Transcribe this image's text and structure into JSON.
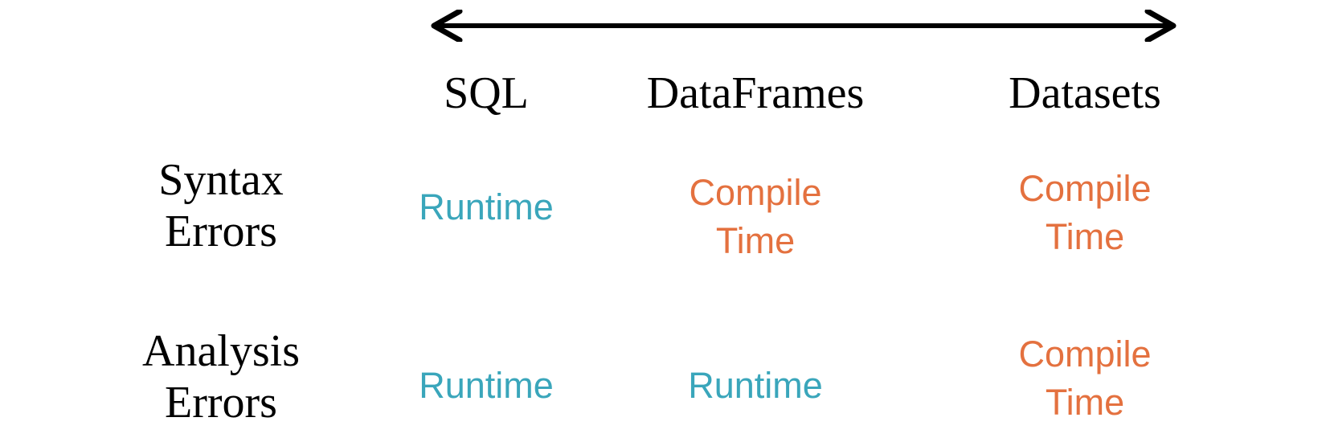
{
  "colors": {
    "runtime": "#3aa6bb",
    "compile": "#e4713f",
    "text": "#000000",
    "arrow": "#000000"
  },
  "arrow": {
    "icon": "double-headed-arrow"
  },
  "columns": [
    {
      "label": "SQL"
    },
    {
      "label": "DataFrames"
    },
    {
      "label": "Datasets"
    }
  ],
  "rows": [
    {
      "label_line1": "Syntax",
      "label_line2": "Errors",
      "cells": [
        {
          "line1": "Runtime",
          "line2": "",
          "kind": "runtime"
        },
        {
          "line1": "Compile",
          "line2": "Time",
          "kind": "compile"
        },
        {
          "line1": "Compile",
          "line2": "Time",
          "kind": "compile"
        }
      ]
    },
    {
      "label_line1": "Analysis",
      "label_line2": "Errors",
      "cells": [
        {
          "line1": "Runtime",
          "line2": "",
          "kind": "runtime"
        },
        {
          "line1": "Runtime",
          "line2": "",
          "kind": "runtime"
        },
        {
          "line1": "Compile",
          "line2": "Time",
          "kind": "compile"
        }
      ]
    }
  ]
}
